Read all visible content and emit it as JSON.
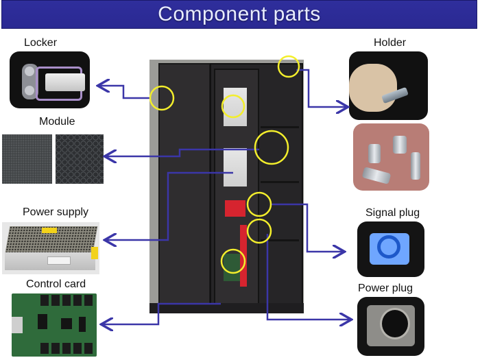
{
  "title": "Component parts",
  "components": {
    "locker": {
      "label": "Locker",
      "icon": "latch-photo"
    },
    "module": {
      "label": "Module",
      "icon": "led-module-photo"
    },
    "power_supply": {
      "label": "Power supply",
      "icon": "power-supply-photo"
    },
    "control_card": {
      "label": "Control card",
      "icon": "control-card-photo"
    },
    "holder": {
      "label": "Holder",
      "icon": "holder-screw-photo"
    },
    "signal_plug": {
      "label": "Signal plug",
      "icon": "signal-connector-photo"
    },
    "power_plug": {
      "label": "Power plug",
      "icon": "power-connector-photo"
    }
  },
  "colors": {
    "title_bar": "#2f2e9c",
    "title_text": "#e8ecff",
    "callout_line": "#3b36a8",
    "highlight_circle": "#f3ee2c"
  }
}
